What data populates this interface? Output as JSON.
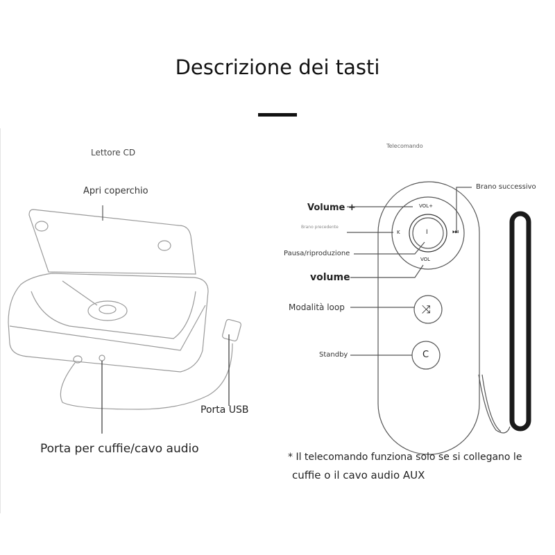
{
  "title": "Descrizione dei tasti",
  "cd_player": {
    "heading": "Lettore CD",
    "labels": {
      "open_lid": "Apri coperchio",
      "usb_port": "Porta USB",
      "headphone_port": "Porta per cuffie/cavo audio"
    }
  },
  "remote": {
    "heading": "Telecomando",
    "labels": {
      "next_track": "Brano successivo",
      "volume_up": "Volume +",
      "previous_track": "Brano precedente",
      "play_pause": "Pausa/riproduzione",
      "volume_down": "volume",
      "loop_mode": "Modalità loop",
      "standby": "Standby"
    },
    "button_glyphs": {
      "vol_up": "VOL+",
      "vol_down": "VOL",
      "prev": "K",
      "next": "⏭",
      "play": "I",
      "standby": "C",
      "loop": "⤨"
    },
    "note_line1": "* Il telecomando funziona solo se si collegano le",
    "note_line2": "cuffie o il cavo audio AUX"
  }
}
